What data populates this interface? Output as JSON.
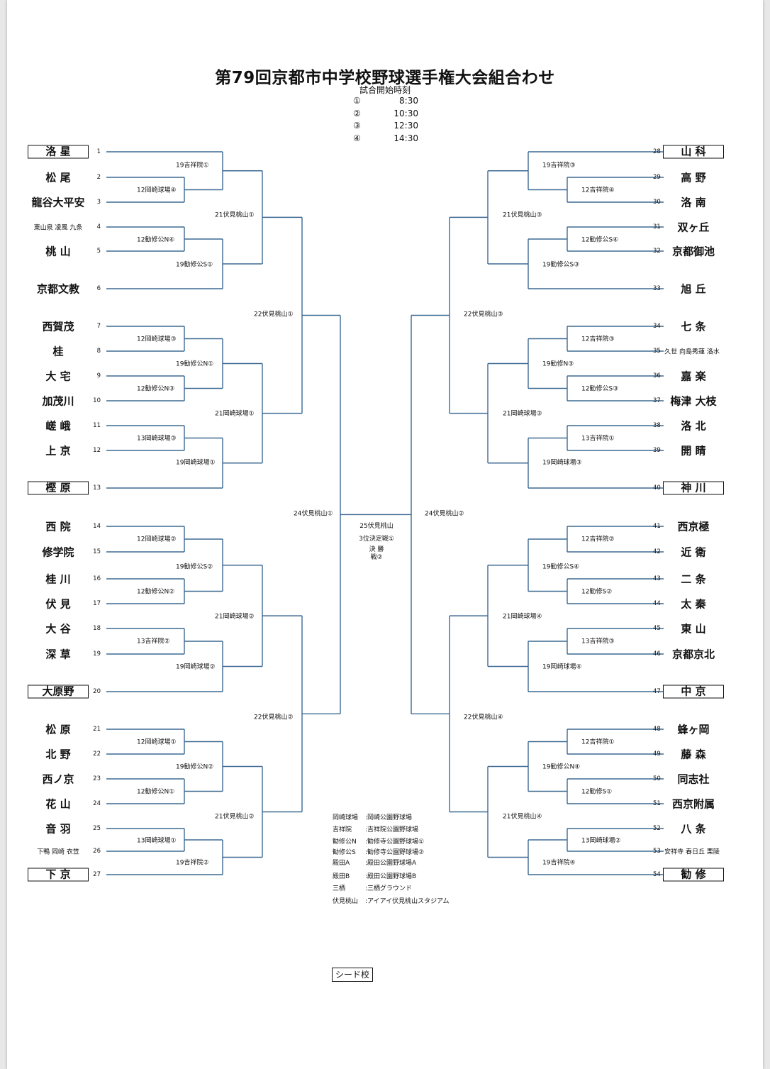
{
  "title": "第79回京都市中学校野球選手権大会組合わせ",
  "subtitle": "試合開始時刻",
  "start_times": [
    {
      "mark": "①",
      "time": "8:30"
    },
    {
      "mark": "②",
      "time": "10:30"
    },
    {
      "mark": "③",
      "time": "12:30"
    },
    {
      "mark": "④",
      "time": "14:30"
    }
  ],
  "left_teams": [
    {
      "no": "1",
      "name": "洛 星",
      "seed": true
    },
    {
      "no": "2",
      "name": "松 尾"
    },
    {
      "no": "3",
      "name": "龍谷大平安"
    },
    {
      "no": "4",
      "name": "東山泉 凌風 九条",
      "small": true
    },
    {
      "no": "5",
      "name": "桃 山"
    },
    {
      "no": "6",
      "name": "京都文教"
    },
    {
      "no": "7",
      "name": "西賀茂"
    },
    {
      "no": "8",
      "name": "桂"
    },
    {
      "no": "9",
      "name": "大 宅"
    },
    {
      "no": "10",
      "name": "加茂川"
    },
    {
      "no": "11",
      "name": "嵯 峨"
    },
    {
      "no": "12",
      "name": "上 京"
    },
    {
      "no": "13",
      "name": "樫 原",
      "seed": true
    },
    {
      "no": "14",
      "name": "西 院"
    },
    {
      "no": "15",
      "name": "修学院"
    },
    {
      "no": "16",
      "name": "桂 川"
    },
    {
      "no": "17",
      "name": "伏 見"
    },
    {
      "no": "18",
      "name": "大 谷"
    },
    {
      "no": "19",
      "name": "深 草"
    },
    {
      "no": "20",
      "name": "大原野",
      "seed": true
    },
    {
      "no": "21",
      "name": "松 原"
    },
    {
      "no": "22",
      "name": "北 野"
    },
    {
      "no": "23",
      "name": "西ノ京"
    },
    {
      "no": "24",
      "name": "花 山"
    },
    {
      "no": "25",
      "name": "音 羽"
    },
    {
      "no": "26",
      "name": "下鴨 岡崎 衣笠",
      "small": true
    },
    {
      "no": "27",
      "name": "下 京",
      "seed": true
    }
  ],
  "right_teams": [
    {
      "no": "28",
      "name": "山 科",
      "seed": true
    },
    {
      "no": "29",
      "name": "高 野"
    },
    {
      "no": "30",
      "name": "洛 南"
    },
    {
      "no": "31",
      "name": "双ヶ丘"
    },
    {
      "no": "32",
      "name": "京都御池"
    },
    {
      "no": "33",
      "name": "旭 丘"
    },
    {
      "no": "34",
      "name": "七 条"
    },
    {
      "no": "35",
      "name": "久世 向島秀蓮 洛水",
      "small": true
    },
    {
      "no": "36",
      "name": "嘉 楽"
    },
    {
      "no": "37",
      "name": "梅津 大枝"
    },
    {
      "no": "38",
      "name": "洛 北"
    },
    {
      "no": "39",
      "name": "開 睛"
    },
    {
      "no": "40",
      "name": "神 川",
      "seed": true
    },
    {
      "no": "41",
      "name": "西京極"
    },
    {
      "no": "42",
      "name": "近 衛"
    },
    {
      "no": "43",
      "name": "二 条"
    },
    {
      "no": "44",
      "name": "太 秦"
    },
    {
      "no": "45",
      "name": "東 山"
    },
    {
      "no": "46",
      "name": "京都京北"
    },
    {
      "no": "47",
      "name": "中 京",
      "seed": true
    },
    {
      "no": "48",
      "name": "蜂ヶ岡"
    },
    {
      "no": "49",
      "name": "藤 森"
    },
    {
      "no": "50",
      "name": "同志社"
    },
    {
      "no": "51",
      "name": "西京附属"
    },
    {
      "no": "52",
      "name": "八 条"
    },
    {
      "no": "53",
      "name": "安祥寺 春日丘 栗陵",
      "small": true
    },
    {
      "no": "54",
      "name": "勧 修",
      "seed": true
    }
  ],
  "left_games": [
    "19吉祥院①",
    "12岡崎球場④",
    "21伏見桃山①",
    "12勧修公N④",
    "19勧修公S①",
    "22伏見桃山①",
    "12岡崎球場③",
    "19勧修公N①",
    "12勧修公N③",
    "21岡崎球場①",
    "13岡崎球場③",
    "19岡崎球場①",
    "24伏見桃山①",
    "12岡崎球場②",
    "19勧修公S②",
    "12勧修公N②",
    "21岡崎球場②",
    "13吉祥院②",
    "19岡崎球場②",
    "22伏見桃山②",
    "12岡崎球場①",
    "19勧修公N②",
    "12勧修公N①",
    "21伏見桃山②",
    "13岡崎球場①",
    "19吉祥院②"
  ],
  "right_games": [
    "19吉祥院③",
    "12吉祥院④",
    "21伏見桃山③",
    "12勧修公S④",
    "19勧修公S③",
    "22伏見桃山③",
    "12吉祥院③",
    "19勧修N③",
    "12勧修公S③",
    "21岡崎球場③",
    "13吉祥院①",
    "19岡崎球場③",
    "24伏見桃山②",
    "12吉祥院②",
    "19勧修公S④",
    "12勧修S②",
    "21岡崎球場④",
    "13吉祥院③",
    "19岡崎球場④",
    "22伏見桃山④",
    "12吉祥院①",
    "19勧修公N④",
    "12勧修S①",
    "21伏見桃山④",
    "13岡崎球場②",
    "19吉祥院④"
  ],
  "center": {
    "final_venue": "25伏見桃山",
    "third_place": "3位決定戦①",
    "final_1": "決 勝",
    "final_2": "戦②"
  },
  "legend": [
    {
      "k": "岡崎球場",
      "v": "岡崎公園野球場"
    },
    {
      "k": "吉祥院",
      "v": "吉祥院公園野球場"
    },
    {
      "k": "勧修公N",
      "v": "勧修寺公園野球場①"
    },
    {
      "k": "勧修公S",
      "v": "勧修寺公園野球場②"
    },
    {
      "k": "殿田A",
      "v": "殿田公園野球場A"
    },
    {
      "k": "殿田B",
      "v": "殿田公園野球場B"
    },
    {
      "k": "三栖",
      "v": "三栖グラウンド"
    },
    {
      "k": "伏見桃山",
      "v": "アイアイ伏見桃山スタジアム"
    }
  ],
  "seed_label": "シード校",
  "line_color": "#3d6a93"
}
